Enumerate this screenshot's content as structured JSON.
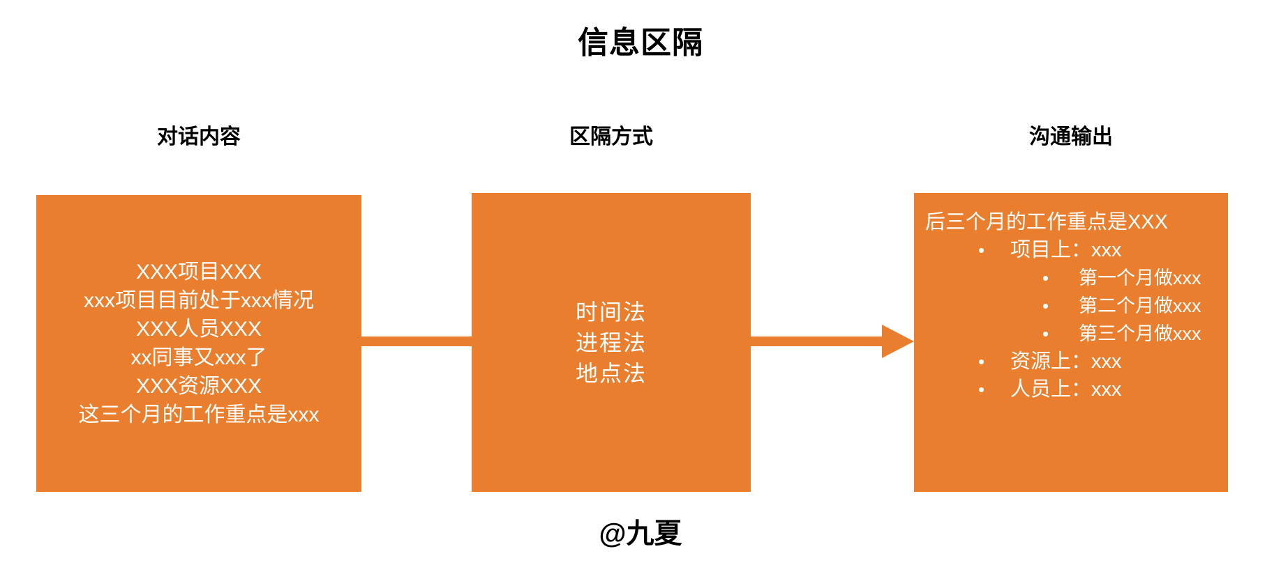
{
  "title": "信息区隔",
  "signature": "@九夏",
  "colors": {
    "box_fill": "#E87E2E",
    "box_text": "#FFFFFF",
    "heading_text": "#000000",
    "connector": "#E87E2E",
    "background": "#FFFFFF"
  },
  "columns": [
    {
      "header": "对话内容"
    },
    {
      "header": "区隔方式"
    },
    {
      "header": "沟通输出"
    }
  ],
  "boxes": {
    "input": {
      "lines": [
        "XXX项目XXX",
        "xxx项目目前处于xxx情况",
        "XXX人员XXX",
        "xx同事又xxx了",
        "XXX资源XXX",
        "这三个月的工作重点是xxx"
      ]
    },
    "method": {
      "lines": [
        "时间法",
        "进程法",
        "地点法"
      ]
    },
    "output": {
      "heading": "后三个月的工作重点是XXX",
      "items": [
        {
          "level": 1,
          "bullet": "•",
          "text": "项目上：xxx"
        },
        {
          "level": 2,
          "bullet": "•",
          "text": "第一个月做xxx"
        },
        {
          "level": 2,
          "bullet": "•",
          "text": "第二个月做xxx"
        },
        {
          "level": 2,
          "bullet": "•",
          "text": "第三个月做xxx"
        },
        {
          "level": 1,
          "bullet": "•",
          "text": "资源上：xxx"
        },
        {
          "level": 1,
          "bullet": "•",
          "text": "人员上：xxx"
        }
      ]
    }
  },
  "connectors": [
    {
      "from": "input",
      "to": "method",
      "style": "line"
    },
    {
      "from": "method",
      "to": "output",
      "style": "arrow"
    }
  ]
}
